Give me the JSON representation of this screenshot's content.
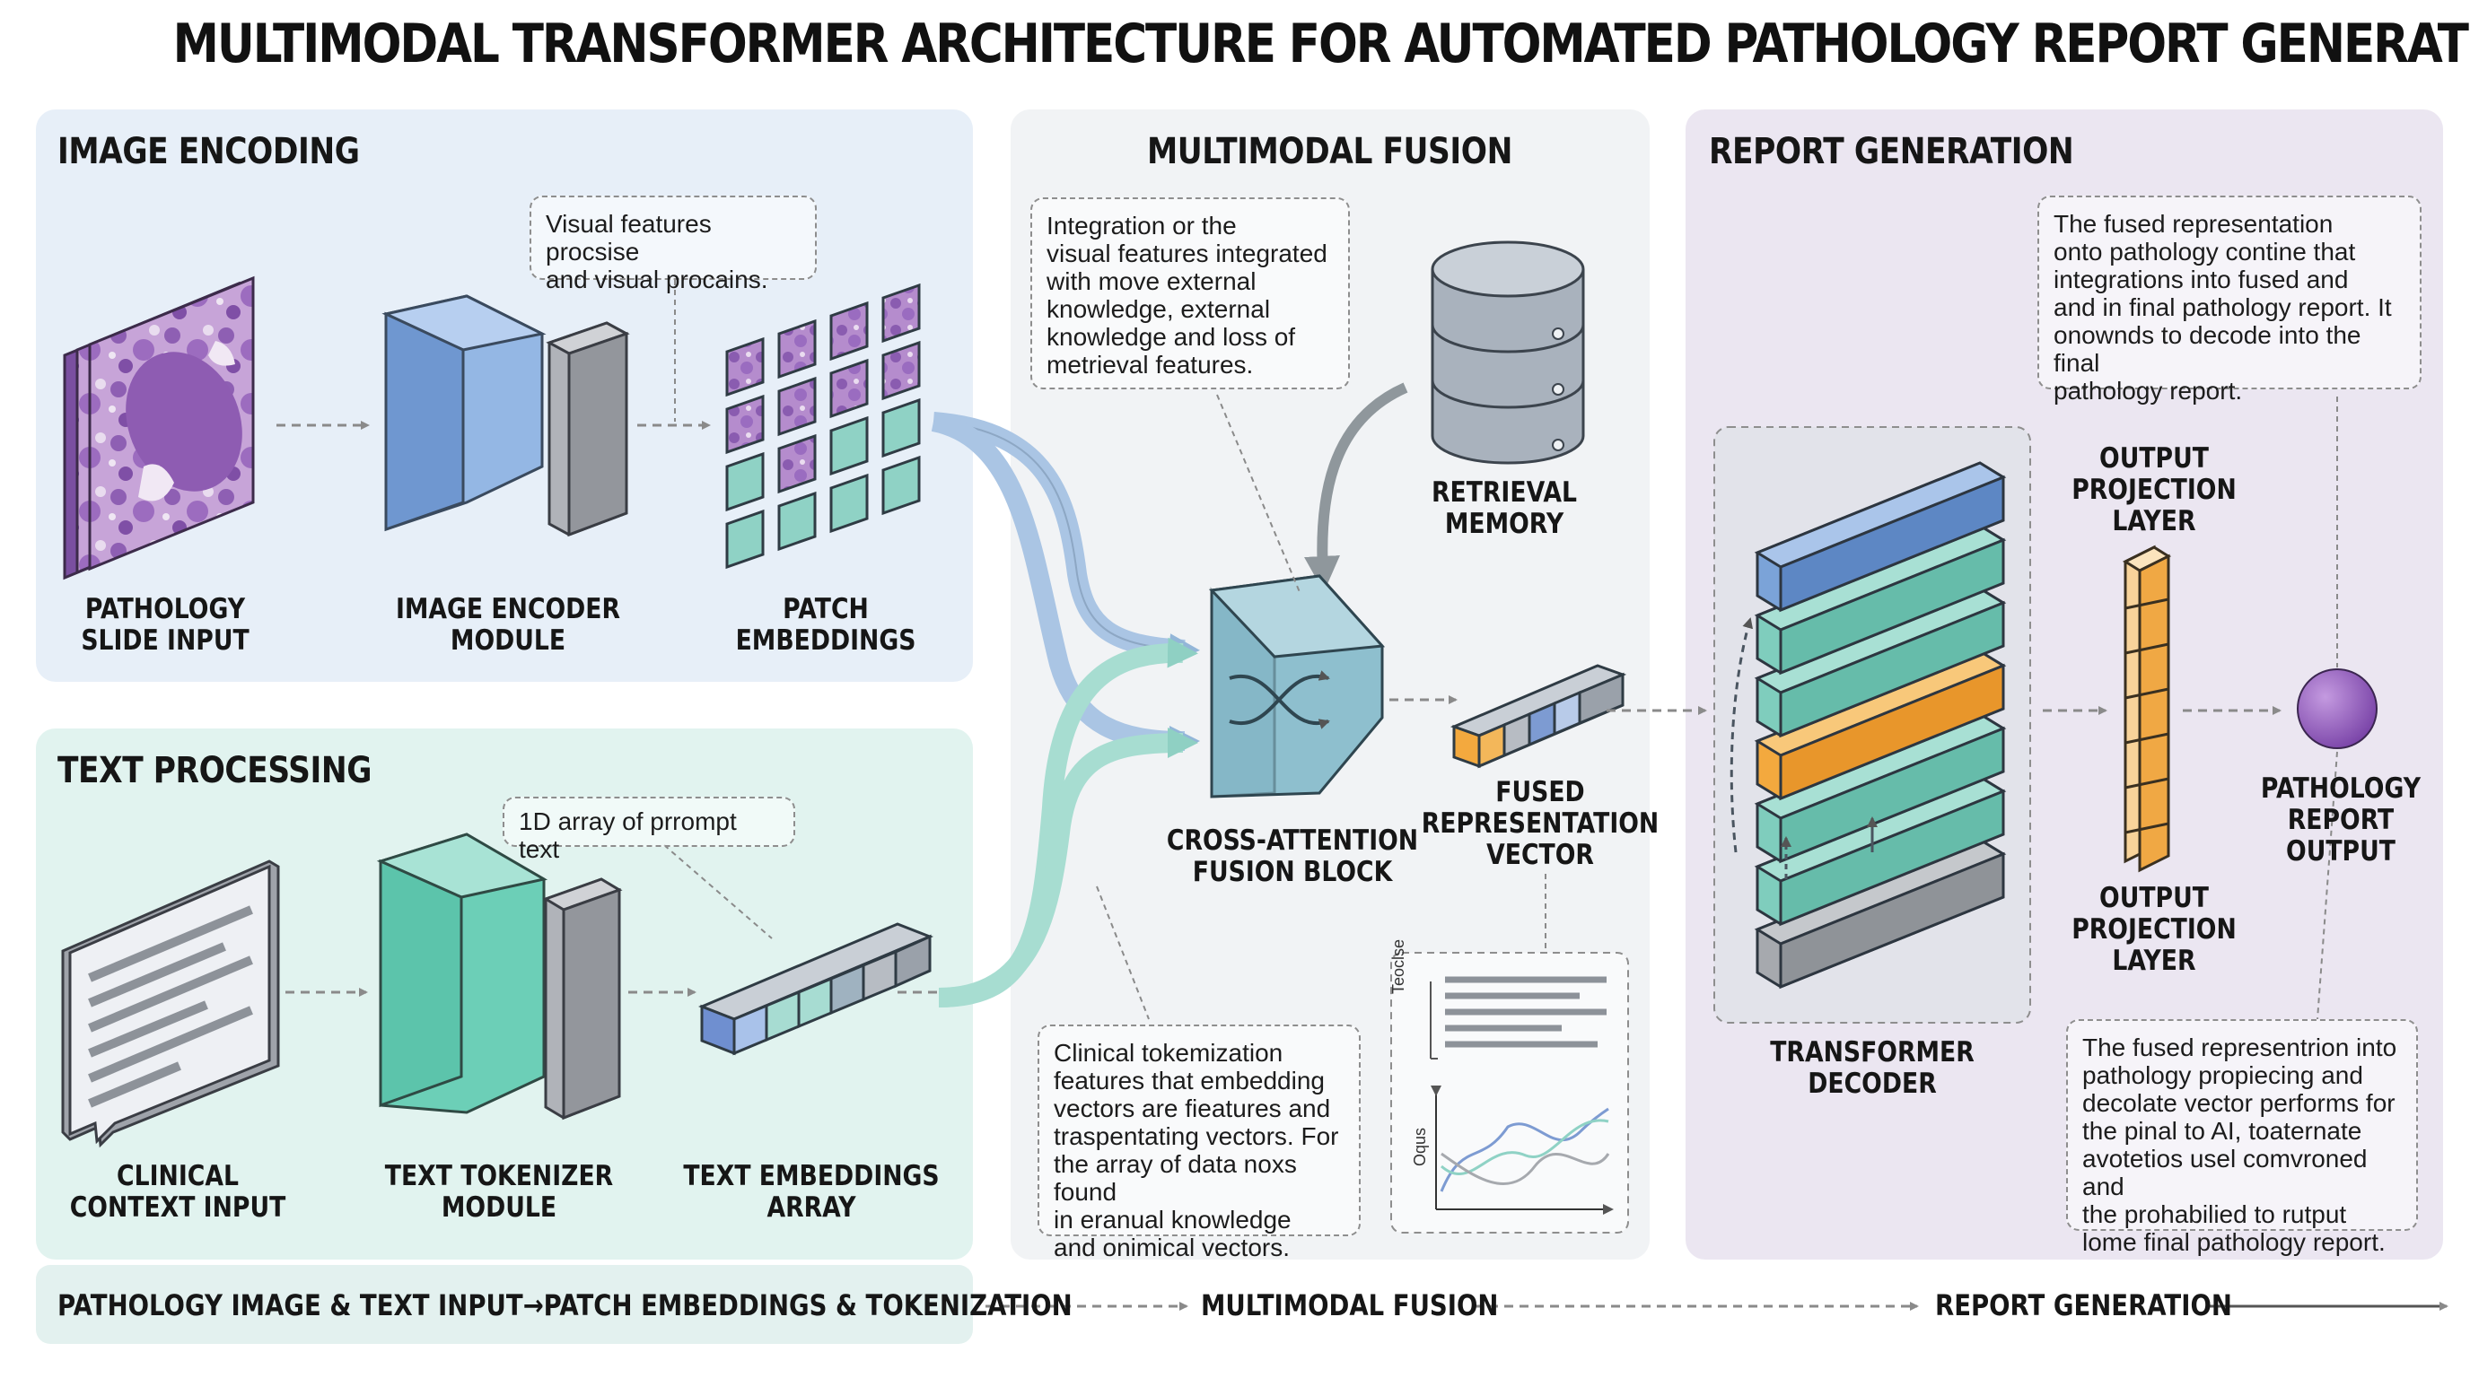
{
  "title": "MULTIMODAL TRANSFORMER ARCHITECTURE FOR AUTOMATED PATHOLOGY REPORT GENERATION",
  "colors": {
    "image_panel": "#e7eff8",
    "text_panel": "#e1f3ef",
    "fusion_panel": "#f1f3f5",
    "report_panel": "#ebe6f1",
    "blue": "#7ba3d8",
    "teal": "#7fcdbd",
    "purple": "#9a62c4",
    "orange": "#f3a93e",
    "gray": "#a6a9ae"
  },
  "panels": {
    "image_encoding": {
      "title": "IMAGE ENCODING",
      "note": "Visual features procsise\nand visual procains.",
      "labels": {
        "slide": "PATHOLOGY\nSLIDE INPUT",
        "encoder": "IMAGE ENCODER\nMODULE",
        "patches": "PATCH\nEMBEDDINGS"
      }
    },
    "text_processing": {
      "title": "TEXT PROCESSING",
      "note": "1D array of prrompt text",
      "labels": {
        "context": "CLINICAL\nCONTEXT INPUT",
        "tokenizer": "TEXT TOKENIZER\nMODULE",
        "embeddings": "TEXT EMBEDDINGS\nARRAY"
      }
    },
    "fusion": {
      "title": "MULTIMODAL FUSION",
      "note_top": "Integration or the\nvisual features integrated\nwith move external\nknowledge, external\nknowledge and loss of\nmetrieval features.",
      "note_bottom": "Clinical tokemization\nfeatures that embedding\nvectors are fieatures and\ntraspentating vectors. For\nthe array of data noxs found\nin eranual knowledge\nand onimical vectors.",
      "labels": {
        "memory": "RETRIEVAL\nMEMORY",
        "cross": "CROSS-ATTENTION\nFUSION BLOCK",
        "fused": "FUSED\nREPRESENTATION\nVECTOR"
      },
      "mini_chart": {
        "top_label": "Teoclse",
        "side_label": "Oqus"
      }
    },
    "report": {
      "title": "REPORT GENERATION",
      "note_top": "The fused representation\nonto pathology contine that\nintegrations into fused and\nand in final pathology report. It\nonownds to decode into the final\npathology report.",
      "note_bottom": "The fused representrion into\npathology propiecing and\ndecolate vector performs for\nthe pinal to AI, toaternate\navotetios usel comvroned and\nthe prohabilied to rutput\nlome final pathology report.",
      "labels": {
        "decoder": "TRANSFORMER\nDECODER",
        "proj_top": "OUTPUT\nPROJECTION\nLAYER",
        "proj_bottom": "OUTPUT\nPROJECTION\nLAYER",
        "output": "PATHOLOGY\nREPORT\nOUTPUT"
      }
    }
  },
  "flow": {
    "step1": "PATHOLOGY IMAGE & TEXT INPUT",
    "step2": "PATCH EMBEDDINGS & TOKENIZATION",
    "step3": "MULTIMODAL FUSION",
    "step4": "REPORT GENERATION"
  }
}
